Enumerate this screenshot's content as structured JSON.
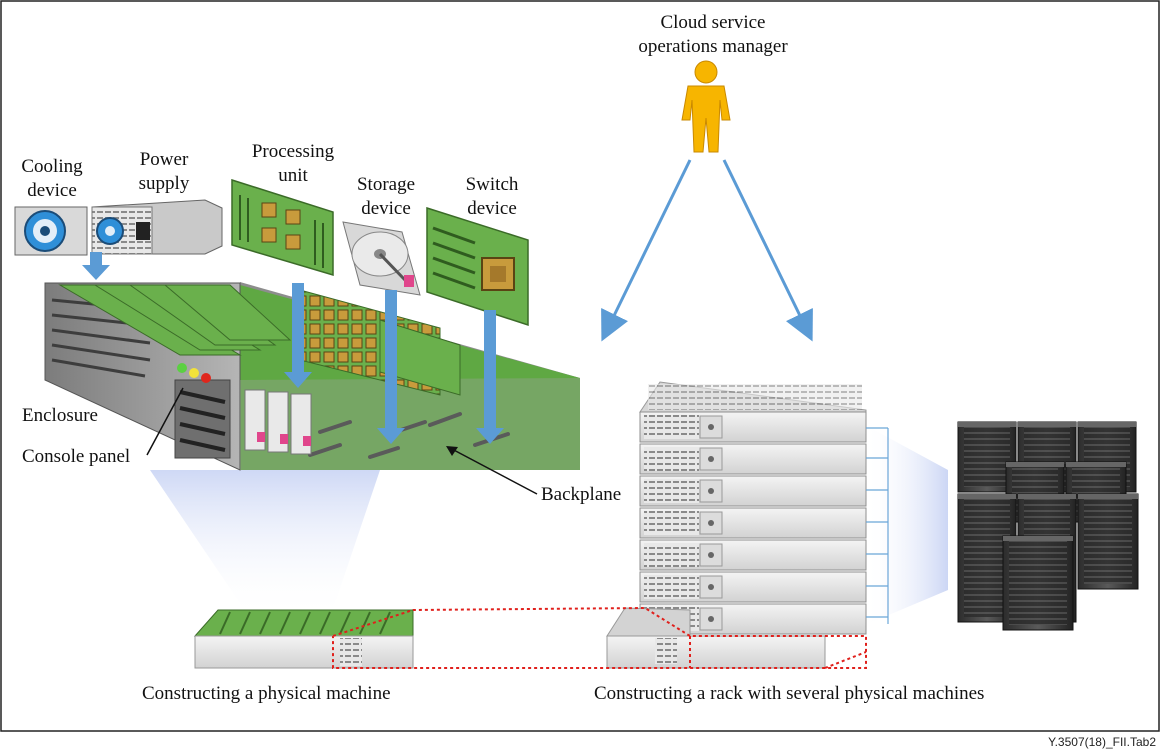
{
  "diagram": {
    "labels": {
      "cooling_device": "Cooling\ndevice",
      "power_supply": "Power\nsupply",
      "processing_unit": "Processing\nunit",
      "storage_device": "Storage\ndevice",
      "switch_device": "Switch\ndevice",
      "cloud_manager": "Cloud service\noperations manager",
      "enclosure": "Enclosure",
      "console_panel": "Console panel",
      "backplane": "Backplane"
    },
    "captions": {
      "physical_machine": "Constructing a physical machine",
      "rack": "Constructing a rack with several physical machines"
    },
    "footer_id": "Y.3507(18)_FII.Tab2",
    "colors": {
      "arrow": "#5b9bd5",
      "pcb": "#6ab04c",
      "person": "#f7b500",
      "enclosure": "#9a9a9a",
      "dashed": "#e0201c"
    }
  }
}
